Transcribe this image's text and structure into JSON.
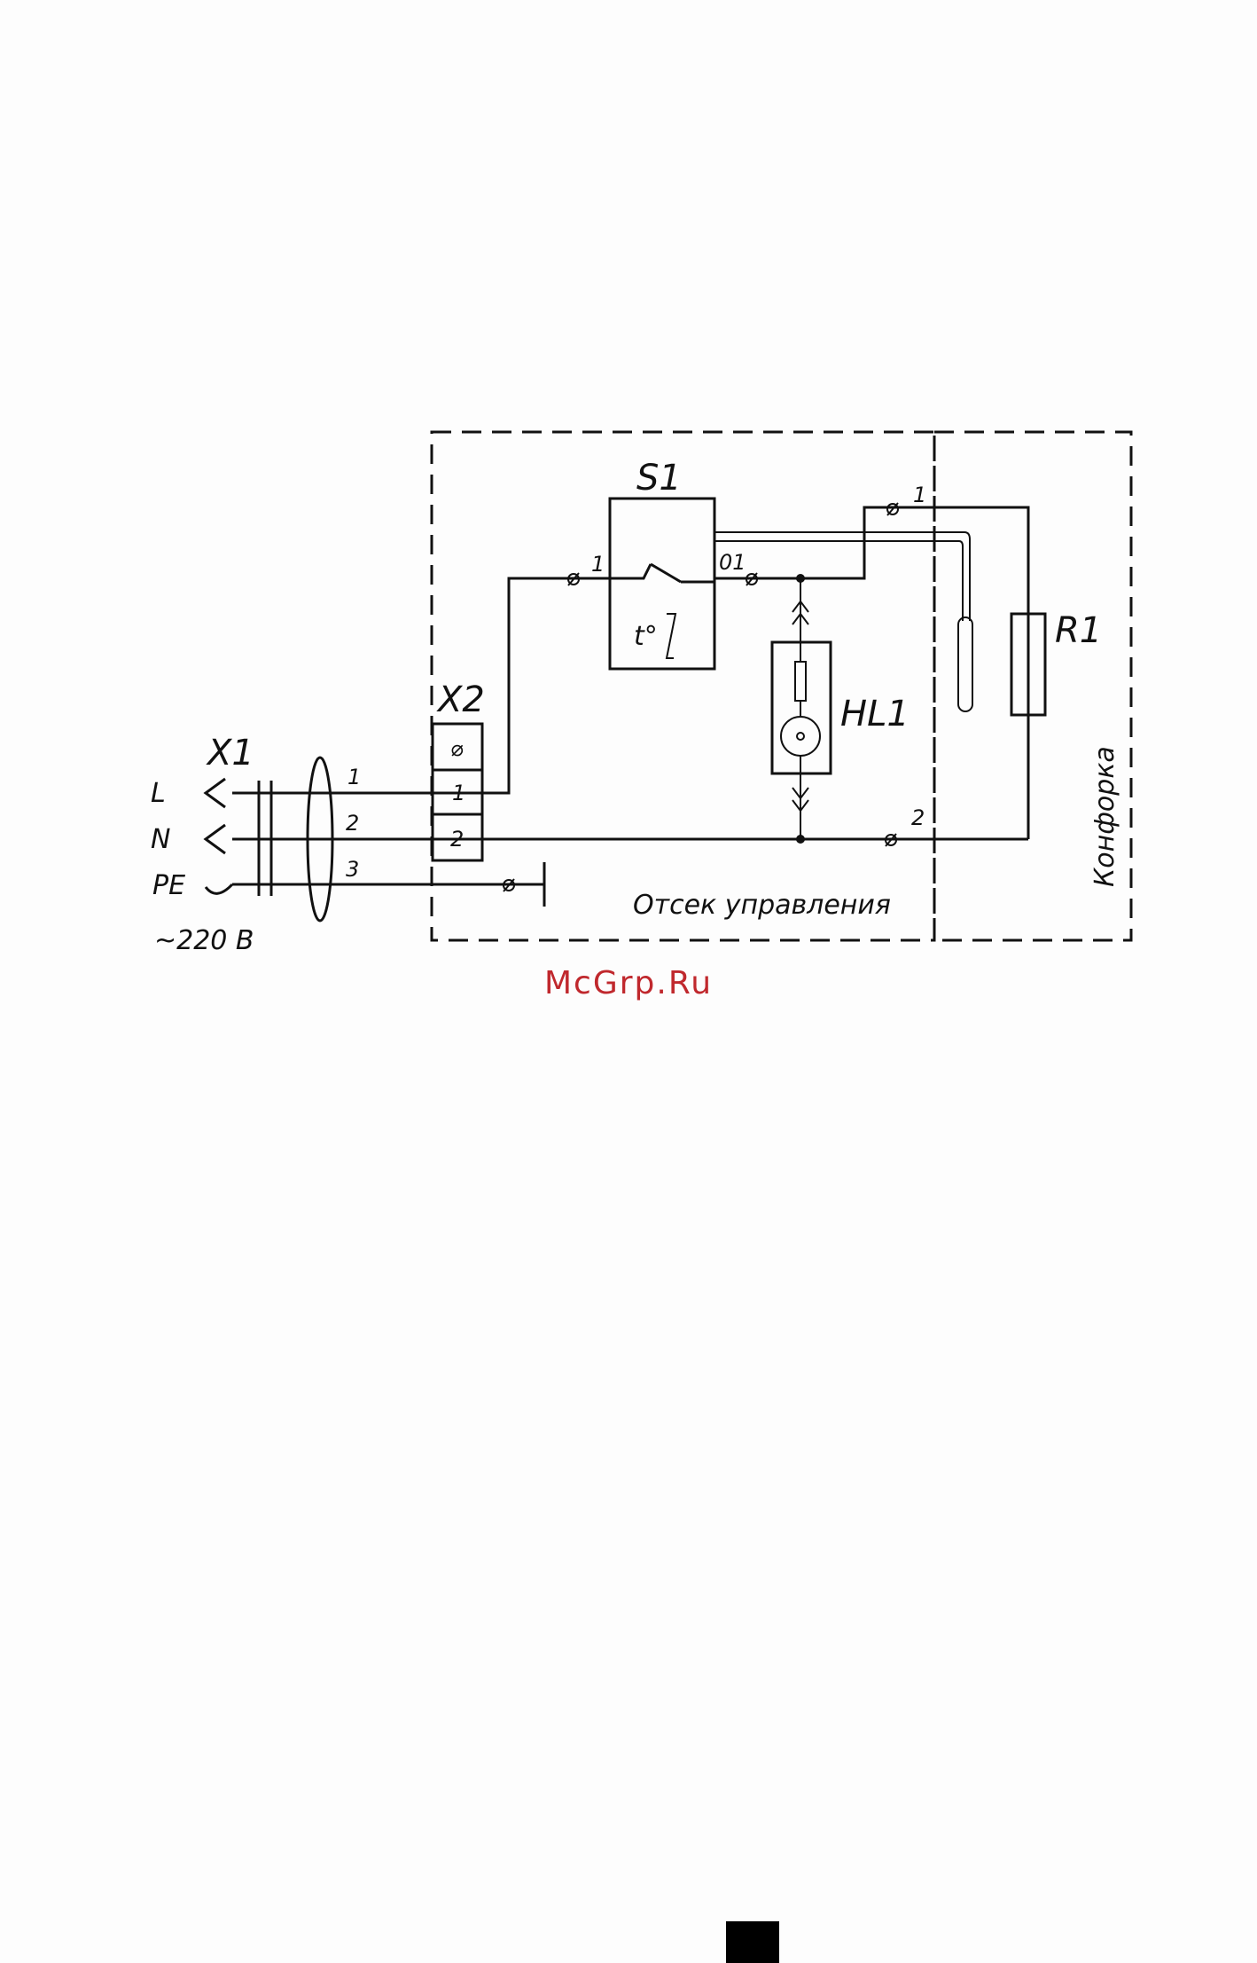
{
  "diagram": {
    "switch_label": "S1",
    "switch_symbol": "t°",
    "connector_x1_label": "X1",
    "connector_x2_label": "X2",
    "lamp_label": "HL1",
    "heater_label": "R1",
    "line_labels": [
      "L",
      "N",
      "PE"
    ],
    "voltage_label": "~220 В",
    "wire_numbers": [
      "1",
      "2",
      "3"
    ],
    "x2_terminals": [
      "⌀",
      "1",
      "2"
    ],
    "switch_pin_in": "1",
    "switch_pin_out": "01",
    "heater_pin_top": "1",
    "heater_pin_bottom": "2",
    "zone_control": "Отсек управления",
    "zone_burner": "Конфорка"
  },
  "watermark": "McGrp.Ru",
  "colors": {
    "watermark": "#c0282d",
    "ink": "#111111"
  }
}
